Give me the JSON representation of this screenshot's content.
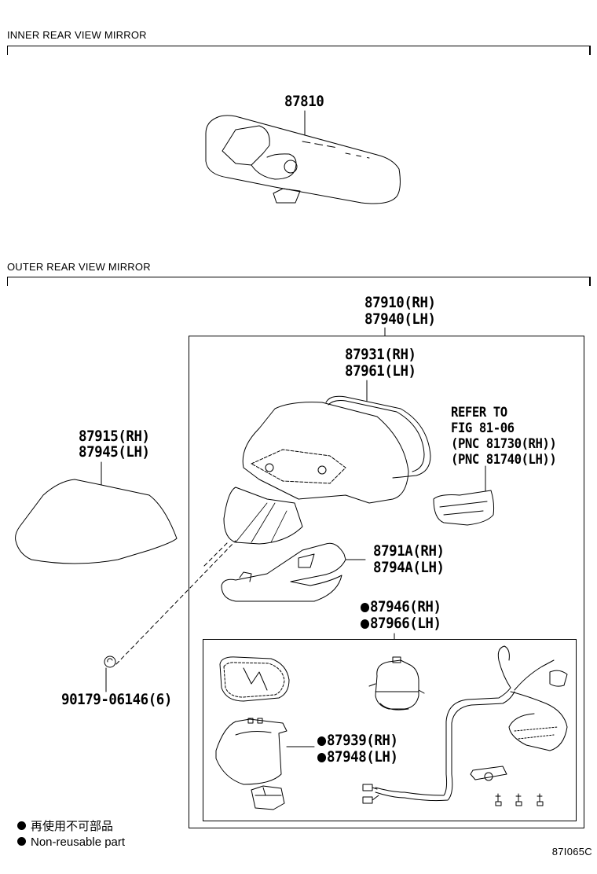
{
  "sections": [
    {
      "title": "INNER REAR VIEW MIRROR"
    },
    {
      "title": "OUTER REAR VIEW MIRROR"
    }
  ],
  "parts": {
    "inner_mirror": {
      "number": "87810"
    },
    "outer_mirror_assy": {
      "line1": "87910(RH)",
      "line2": "87940(LH)"
    },
    "mirror_body": {
      "line1": "87931(RH)",
      "line2": "87961(LH)"
    },
    "mirror_cover": {
      "line1": "87915(RH)",
      "line2": "87945(LH)"
    },
    "turn_signal_ref": {
      "line1": "REFER TO",
      "line2": "FIG 81-06",
      "line3": "(PNC 81730(RH))",
      "line4": "(PNC 81740(LH))"
    },
    "lower_cover": {
      "line1": "8791A(RH)",
      "line2": "8794A(LH)"
    },
    "retractor_set": {
      "line1": "87946(RH)",
      "line2": "87966(LH)",
      "non_reusable": true
    },
    "visor_cover": {
      "line1": "87939(RH)",
      "line2": "87948(LH)",
      "non_reusable": true
    },
    "clip": {
      "number": "90179-06146(6)"
    }
  },
  "legend": {
    "line1": "再使用不可部品",
    "line2": "Non-reusable part"
  },
  "figure_id": "87I065C"
}
